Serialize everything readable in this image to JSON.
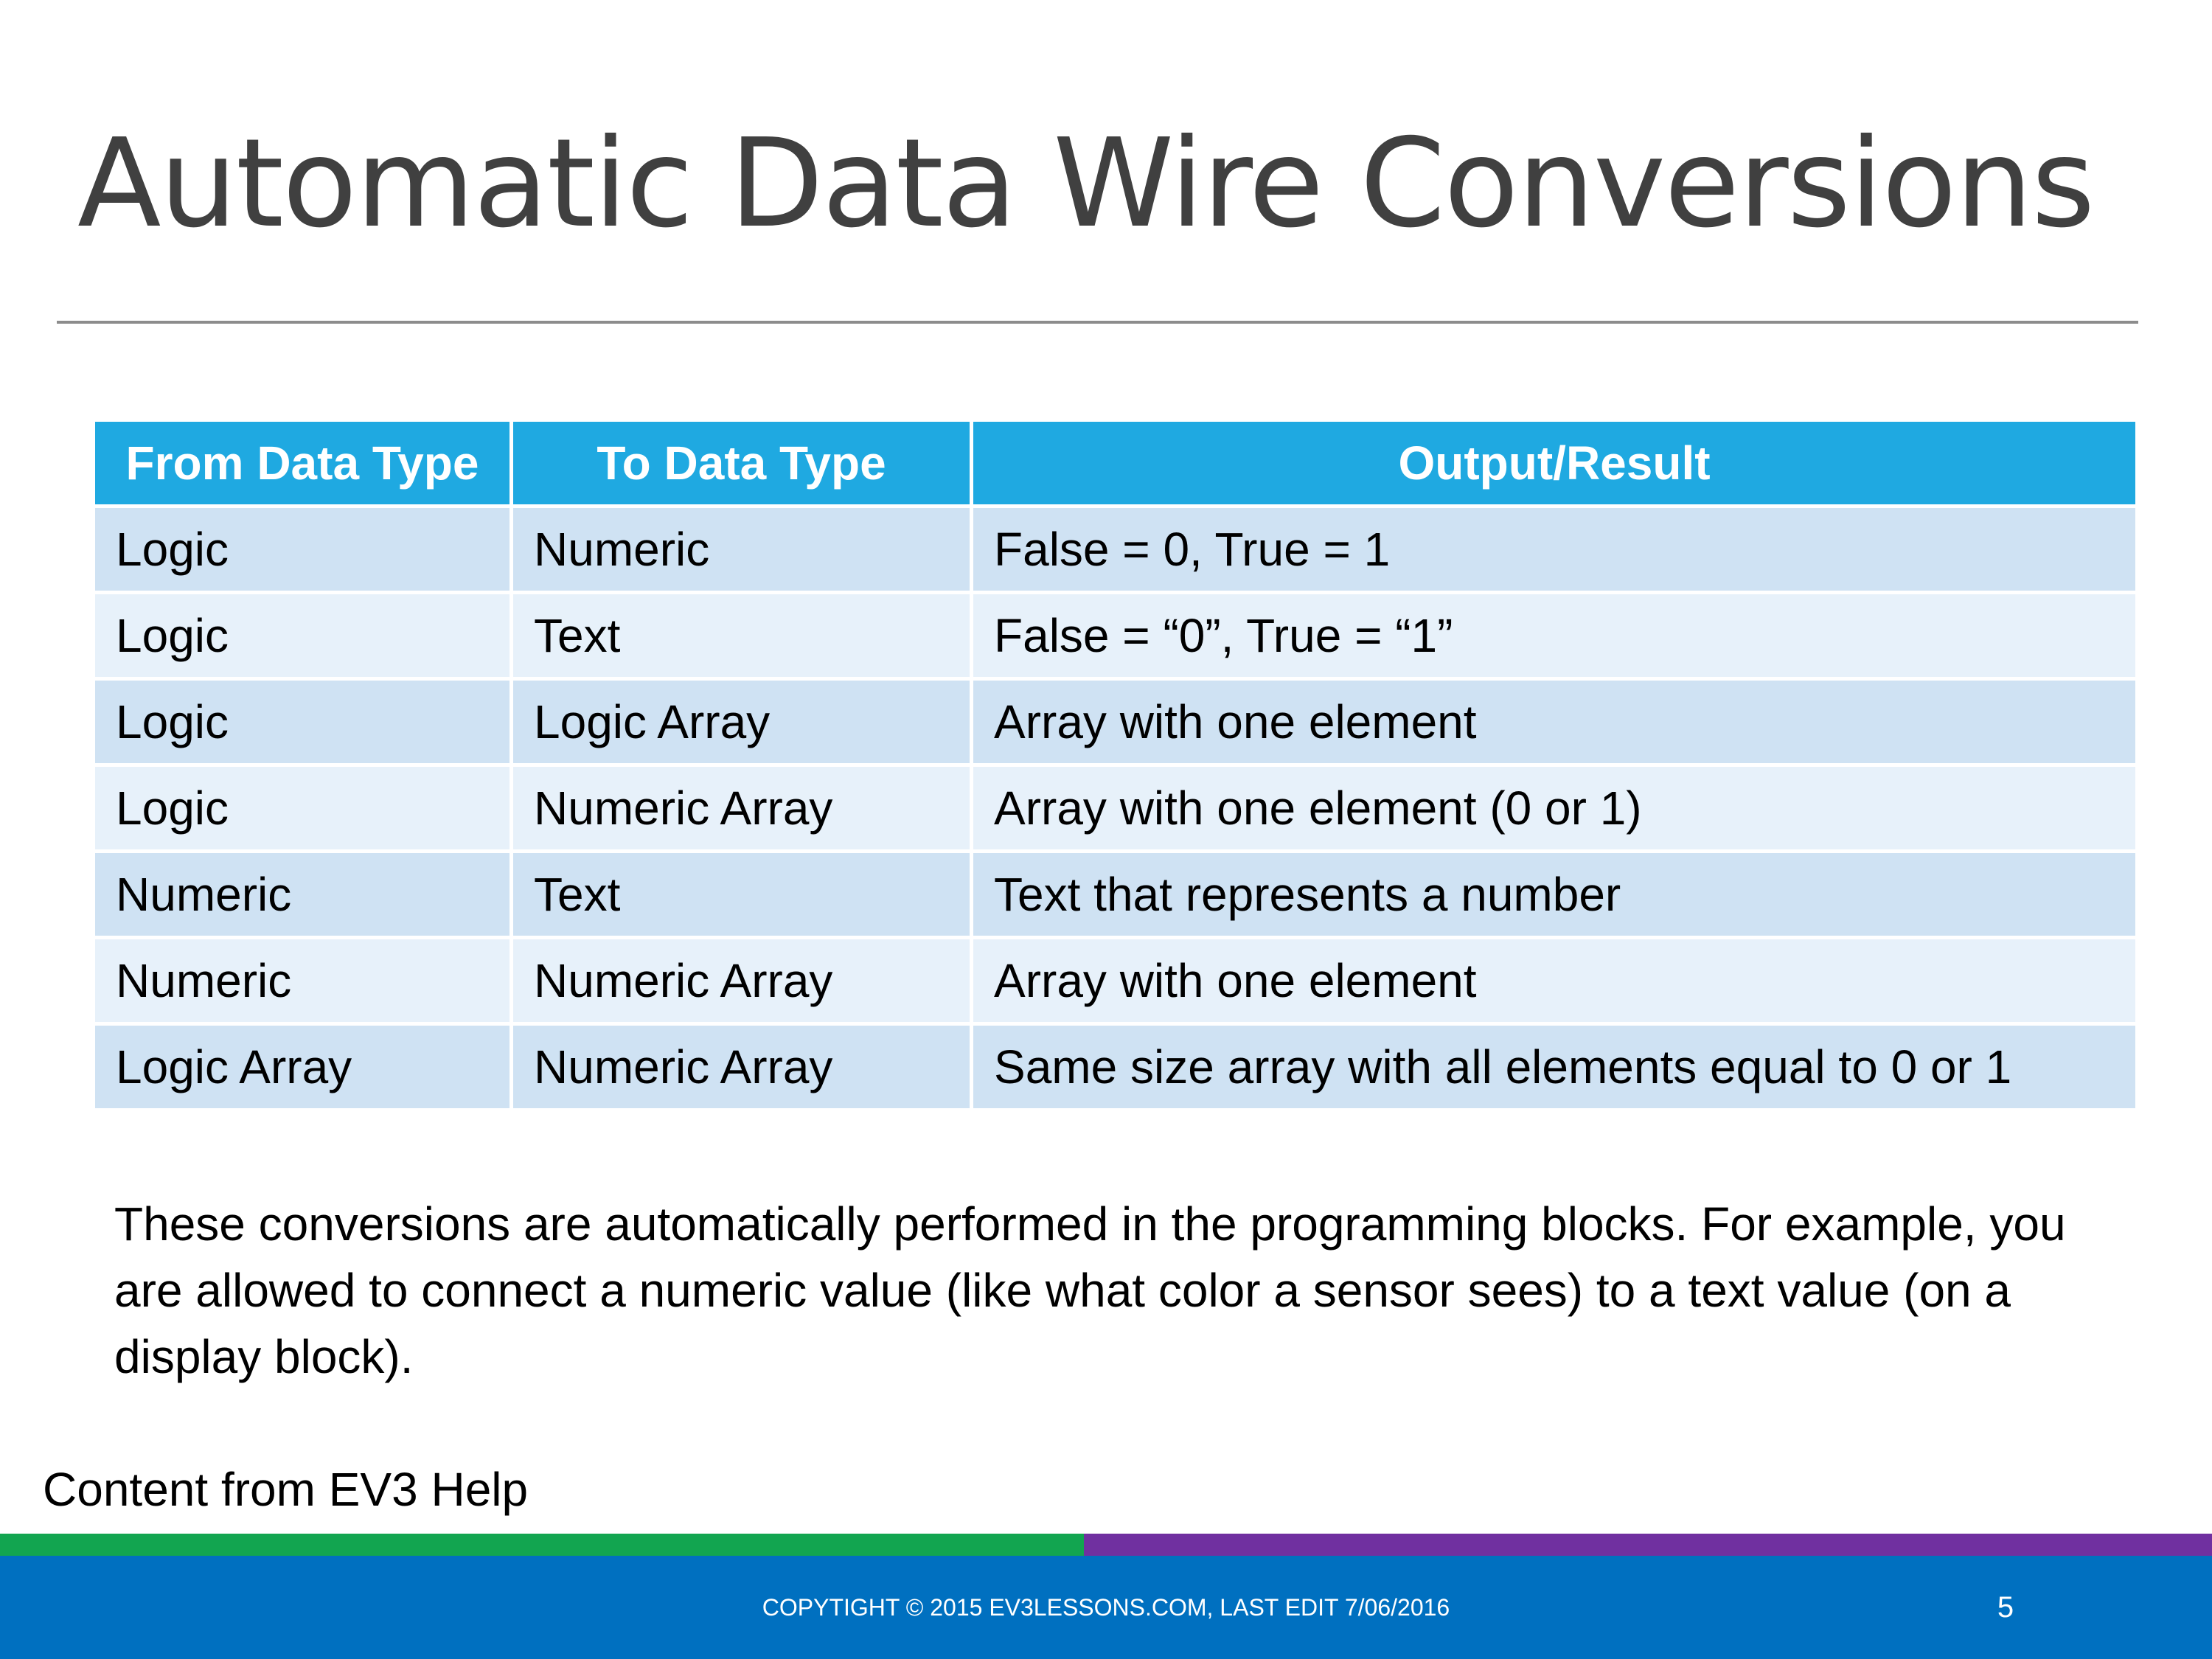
{
  "slide": {
    "title": "Automatic Data Wire Conversions",
    "table": {
      "headers": [
        "From Data Type",
        "To Data Type",
        "Output/Result"
      ],
      "rows": [
        [
          "Logic",
          "Numeric",
          "False = 0, True = 1"
        ],
        [
          "Logic",
          "Text",
          "False = “0”, True = “1”"
        ],
        [
          "Logic",
          "Logic Array",
          "Array with one element"
        ],
        [
          "Logic",
          "Numeric Array",
          "Array with one element (0 or 1)"
        ],
        [
          "Numeric",
          "Text",
          "Text that represents a number"
        ],
        [
          "Numeric",
          "Numeric Array",
          "Array with one element"
        ],
        [
          "Logic Array",
          "Numeric Array",
          "Same size array with all elements equal to 0 or 1"
        ]
      ]
    },
    "body_text": "These conversions are automatically performed in the programming blocks. For example, you are allowed to connect a numeric value (like what color a sensor sees) to a text value (on a display block).",
    "source_note": "Content from EV3 Help"
  },
  "footer": {
    "copyright": "COPYTIGHT © 2015 EV3LESSONS.COM, LAST EDIT 7/06/2016",
    "slide_number": "5"
  },
  "colors": {
    "header_blue": "#1fa9e1",
    "row_dark": "#cfe2f3",
    "row_light": "#e7f1fa",
    "stripe_green": "#12a550",
    "stripe_purple": "#7030a0",
    "footer_blue": "#0070c0"
  }
}
